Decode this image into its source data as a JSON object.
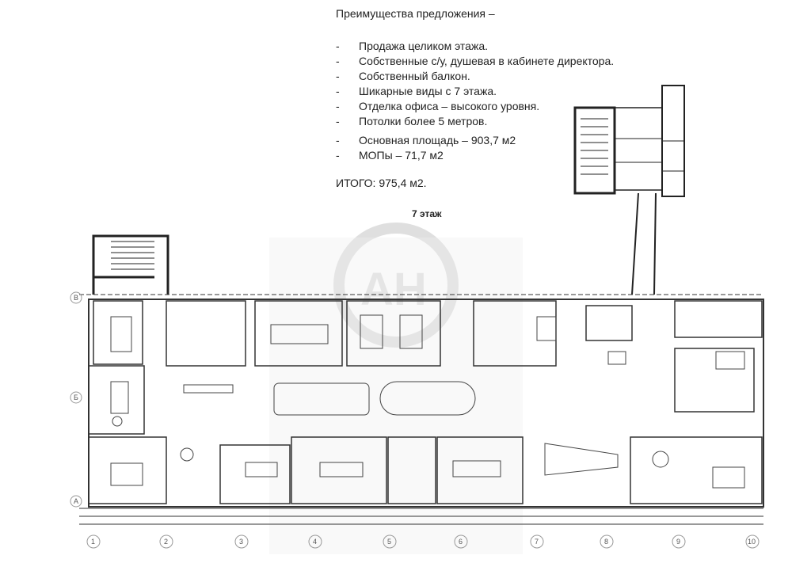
{
  "offer": {
    "heading": "Преимущества предложения –",
    "bullet_marker": "-",
    "advantages": [
      "Продажа целиком этажа.",
      "Собственные с/у, душевая в кабинете директора.",
      "Собственный балкон.",
      "Шикарные виды с 7 этажа.",
      "Отделка офиса – высокого уровня.",
      "Потолки более 5 метров."
    ],
    "areas": [
      "Основная площадь – 903,7 м2",
      "МОПы – 71,7 м2"
    ],
    "total": "ИТОГО: 975,4 м2."
  },
  "plan": {
    "floor_label": "7 этаж",
    "column_axes": [
      "1",
      "2",
      "3",
      "4",
      "5",
      "6",
      "7",
      "8",
      "9",
      "10"
    ],
    "row_axes": [
      "В",
      "Б",
      "А"
    ],
    "watermark": "АН"
  }
}
